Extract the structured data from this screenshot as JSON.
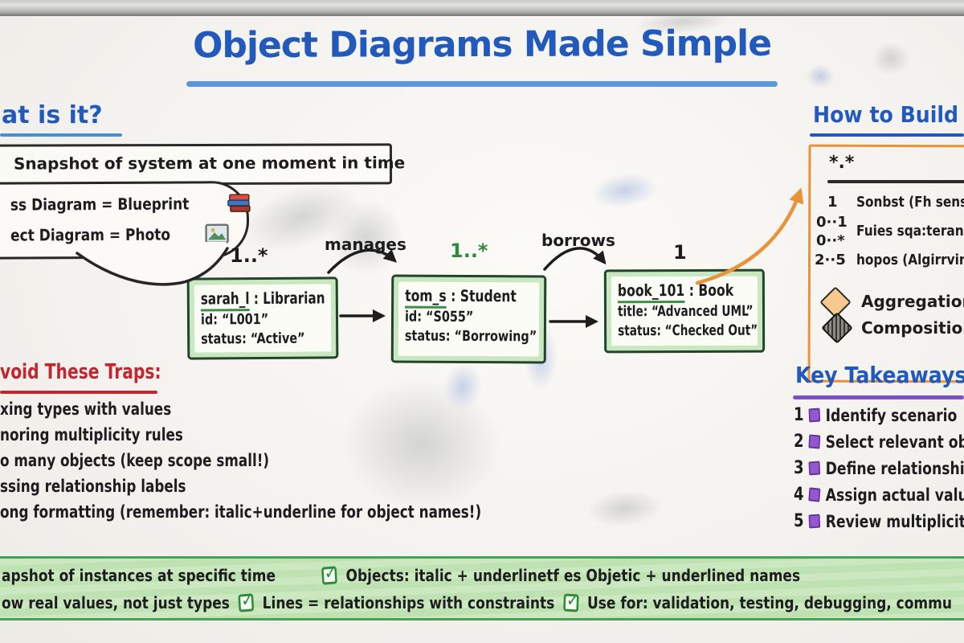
{
  "board": {
    "title": "Object Diagrams Made Simple"
  },
  "what_is_it": {
    "heading": "at is it?",
    "definition": "Snapshot of system at one moment in time",
    "bubble_line1": "ss Diagram = Blueprint",
    "bubble_line2": "ect Diagram = Photo"
  },
  "uml": {
    "objects": [
      {
        "multiplicity": "1..*",
        "name": "sarah_l",
        "type": " : Librarian",
        "attr1": "id: “L001”",
        "attr2": "status: “Active”"
      },
      {
        "multiplicity": "1..*",
        "name": "tom_s",
        "type": " : Student",
        "attr1": "id: “S055”",
        "attr2": "status: “Borrowing”"
      },
      {
        "multiplicity": "1",
        "name": "book_101",
        "type": " : Book",
        "attr1": "title: “Advanced UML”",
        "attr2": "status: “Checked Out”"
      }
    ],
    "rel1": "manages",
    "rel2": "borrows"
  },
  "traps": {
    "heading": "void These Traps:",
    "items": [
      "xing types with values",
      "noring multiplicity rules",
      "o many objects (keep scope small!)",
      "ssing relationship labels",
      "ong formatting (remember: italic+underline for object names!)"
    ]
  },
  "how_to_build": {
    "heading": "How to Build",
    "header_mark": "*.*",
    "rows": [
      {
        "range": "1",
        "text": "Sonbst (Fh senso"
      },
      {
        "range": "0··1",
        "text": ""
      },
      {
        "range": "0··*",
        "text": "Fuies sqa:terane.."
      },
      {
        "range": "2··5",
        "text": "hopos (Algirrving"
      }
    ],
    "legend": [
      {
        "label": "Aggregation"
      },
      {
        "label": "Composition"
      }
    ]
  },
  "takeaways": {
    "heading": "Key Takeaways",
    "items": [
      {
        "num": "1",
        "text": "Identify scenario"
      },
      {
        "num": "2",
        "text": "Select relevant ob"
      },
      {
        "num": "3",
        "text": "Define relationshi"
      },
      {
        "num": "4",
        "text": "Assign actual valu"
      },
      {
        "num": "5",
        "text": "Review multiplicit"
      }
    ]
  },
  "banner": {
    "row1": [
      {
        "text": "apshot of instances at specific time"
      },
      {
        "text": "Objects: italic + underlinetf es Objetic + underlined names"
      }
    ],
    "row2": [
      {
        "text": "ow real values, not just types"
      },
      {
        "text": "Lines = relationships with constraints"
      },
      {
        "text": "Use for: validation, testing, debugging, commu"
      }
    ]
  },
  "colors": {
    "accent_blue": "#2159bd",
    "accent_red": "#c0272f",
    "accent_purple": "#7b52c4",
    "accent_orange": "#e8923a",
    "accent_green": "#2e7d32"
  }
}
